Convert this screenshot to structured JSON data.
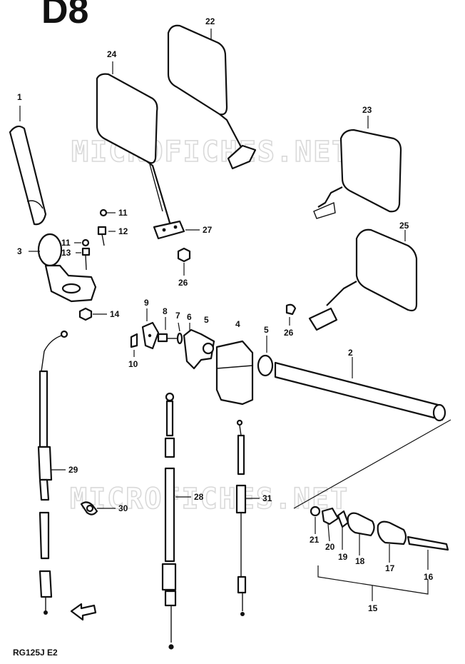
{
  "corner_mark": "D8",
  "watermark": "MICROFICHES.NET",
  "footer": "RG125J E2",
  "callouts": [
    "1",
    "2",
    "3",
    "4",
    "5",
    "5",
    "6",
    "7",
    "8",
    "9",
    "10",
    "11",
    "11",
    "12",
    "13",
    "14",
    "15",
    "16",
    "17",
    "18",
    "19",
    "20",
    "21",
    "22",
    "23",
    "24",
    "25",
    "26",
    "26",
    "27",
    "28",
    "29",
    "30",
    "31"
  ]
}
